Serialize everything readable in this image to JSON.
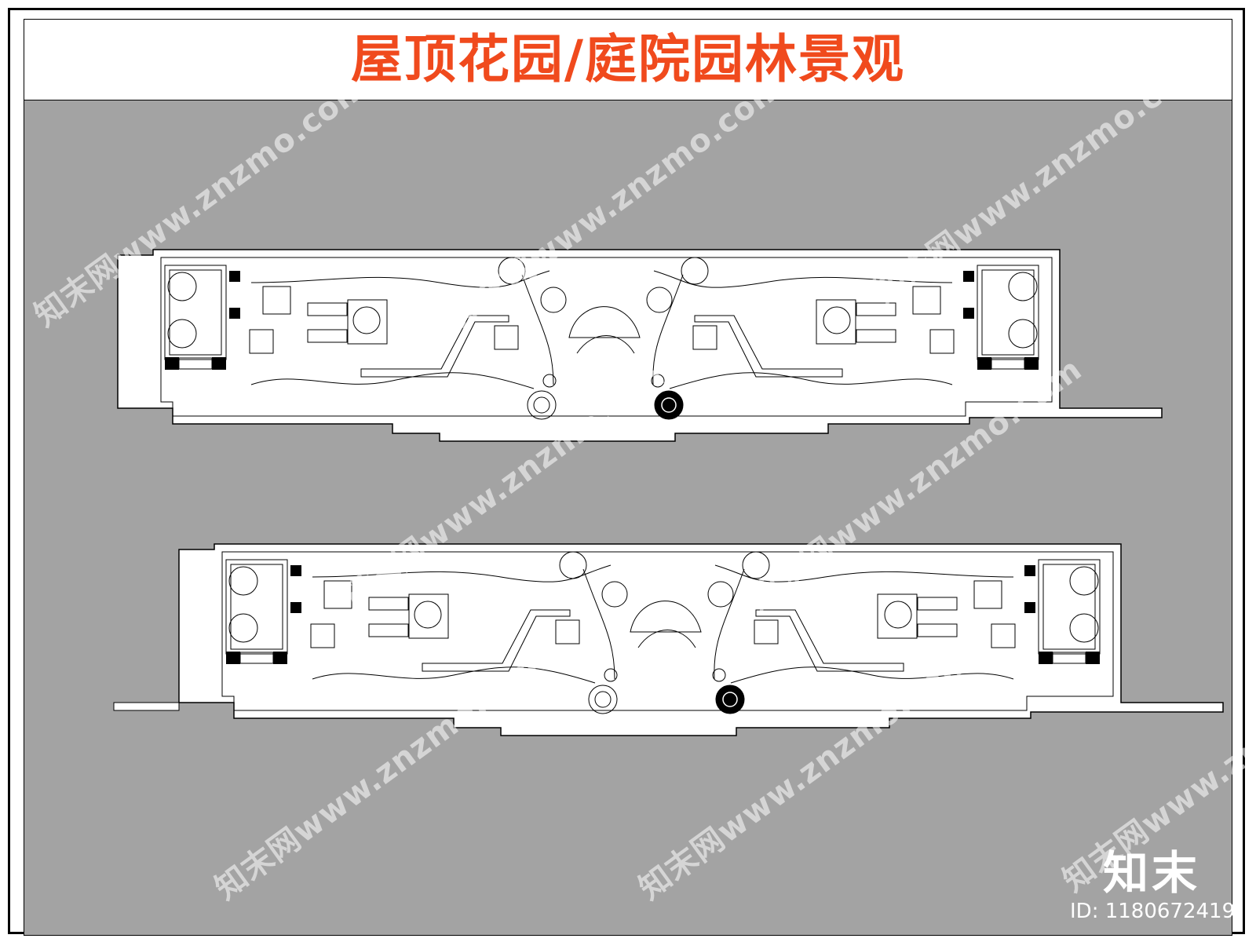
{
  "title": "屋顶花园/庭院园林景观",
  "watermark": "知末网www.znzmo.com",
  "logo": "知末",
  "id_label": "ID: 1180672419",
  "colors": {
    "title": "#f04a1d",
    "background": "#a3a3a3",
    "plan_fill": "#ffffff",
    "line": "#000000"
  }
}
